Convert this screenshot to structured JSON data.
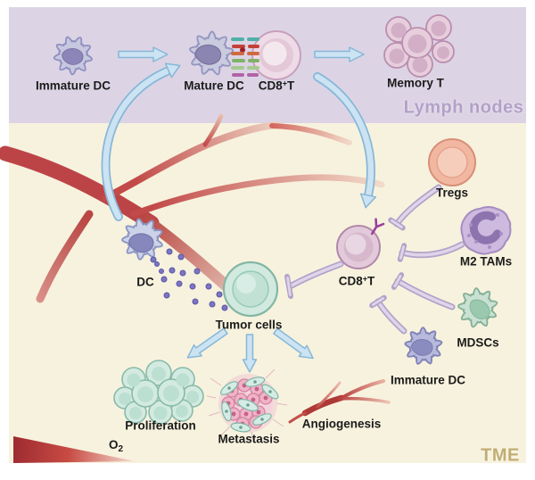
{
  "figure": {
    "sections": {
      "lymph": {
        "title": "Lymph nodes",
        "bg": "#dcd4e5",
        "title_color": "#b3a0c9"
      },
      "tme": {
        "title": "TME",
        "bg": "#f7f2de",
        "title_color": "#c2ac72"
      }
    },
    "labels": {
      "immature_dc_lymph": "Immature DC",
      "mature_dc": "Mature DC",
      "cd8t_lymph": {
        "base": "CD8",
        "sup": "+",
        "tail": "T"
      },
      "memory_t": "Memory T",
      "dc": "DC",
      "cd8t_tme": {
        "base": "CD8",
        "sup": "+",
        "tail": "T"
      },
      "tregs": "Tregs",
      "m2_tams": "M2 TAMs",
      "mdscs": "MDSCs",
      "immature_dc_tme": "Immature DC",
      "tumor_cells": "Tumor cells",
      "proliferation": "Proliferation",
      "metastasis": "Metastasis",
      "angiogenesis": "Angiogenesis",
      "oxygen": {
        "base": "O",
        "sub": "2"
      }
    },
    "icons": {
      "activation_arrow": "blue-arrow-icon",
      "inhibition_arrow": "purple-tbar-icon",
      "antigen": "purple-dot-icon",
      "receptor": "y-receptor-icon"
    },
    "colors": {
      "arrow_blue_fill": "#cbe3f2",
      "arrow_blue_stroke": "#88b7d7",
      "inhibition_purple": "#b2a3c9",
      "vessel_red": "#bc4447",
      "oxygen_gradient_start": "#9e2b31",
      "oxygen_gradient_end": "#f3ded2"
    }
  }
}
